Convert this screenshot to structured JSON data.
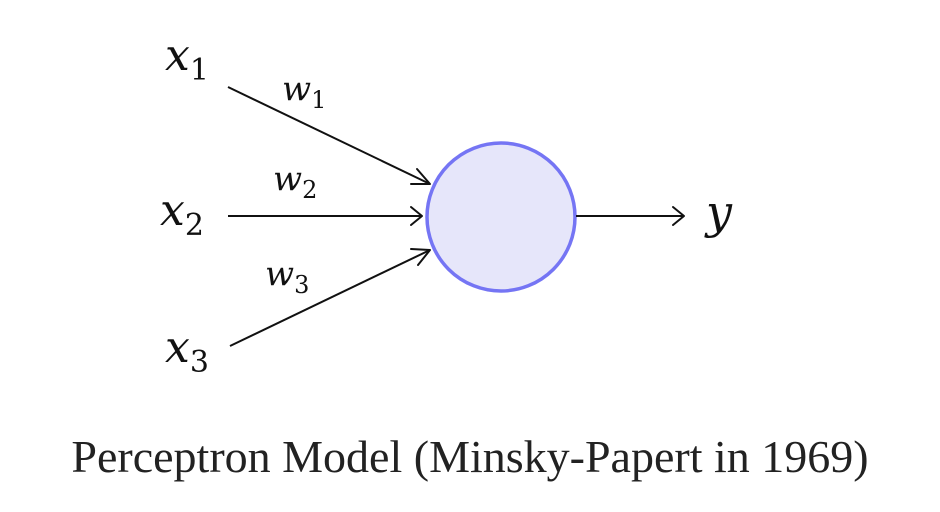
{
  "inputs": [
    {
      "symbol": "x",
      "index": "1",
      "weight_symbol": "w",
      "weight_index": "1"
    },
    {
      "symbol": "x",
      "index": "2",
      "weight_symbol": "w",
      "weight_index": "2"
    },
    {
      "symbol": "x",
      "index": "3",
      "weight_symbol": "w",
      "weight_index": "3"
    }
  ],
  "output": {
    "symbol": "y"
  },
  "caption": "Perceptron Model (Minsky-Papert in 1969)",
  "colors": {
    "neuron_fill": "#e6e6fa",
    "neuron_stroke": "#7575f4",
    "ink": "#111111"
  }
}
